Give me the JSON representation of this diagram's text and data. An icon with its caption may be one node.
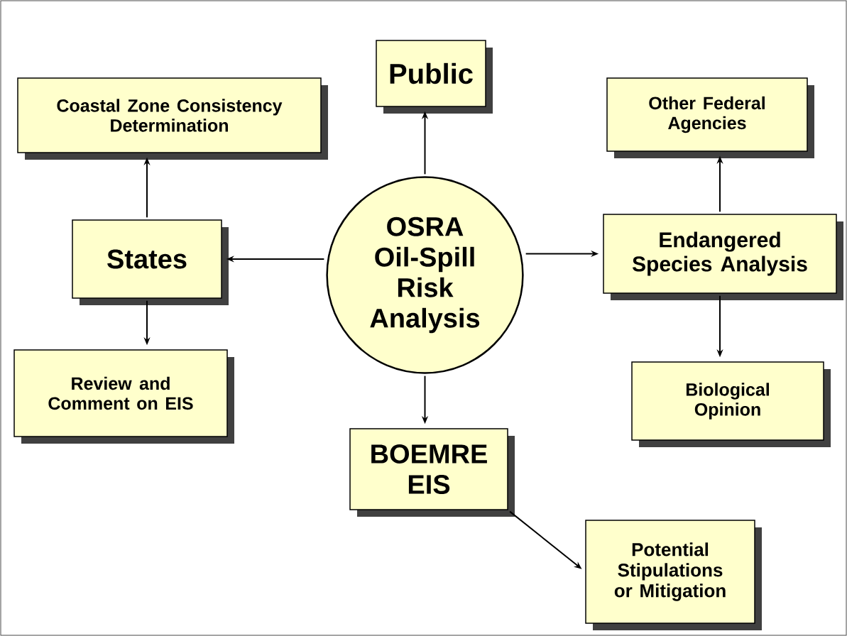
{
  "diagram": {
    "nodes": [
      {
        "text": [
          "OSRA Oil-Spill Risk Analysis"
        ]
      },
      {
        "text": [
          "Public"
        ]
      },
      {
        "text": [
          "Coastal Zone Consistency Determination"
        ]
      },
      {
        "text": [
          "Other Federal Agencies"
        ]
      },
      {
        "text": [
          "States"
        ]
      },
      {
        "text": [
          "Endangered Species Analysis"
        ]
      },
      {
        "text": [
          "Review and Comment on EIS"
        ]
      },
      {
        "text": [
          "Biological Opinion"
        ]
      },
      {
        "text": [
          "BOEMRE EIS"
        ]
      },
      {
        "text": [
          "Potential Stipulations or Mitigation"
        ]
      }
    ],
    "edges": [
      {
        "from": 0,
        "to": 1,
        "arrow": "to"
      },
      {
        "from": 0,
        "to": 4,
        "arrow": "to"
      },
      {
        "from": 0,
        "to": 5,
        "arrow": "to"
      },
      {
        "from": 0,
        "to": 8,
        "arrow": "to"
      },
      {
        "from": 4,
        "to": 2,
        "arrow": "to"
      },
      {
        "from": 4,
        "to": 6,
        "arrow": "to"
      },
      {
        "from": 5,
        "to": 3,
        "arrow": "to"
      },
      {
        "from": 5,
        "to": 7,
        "arrow": "to"
      },
      {
        "from": 8,
        "to": 9,
        "arrow": "to"
      }
    ]
  }
}
